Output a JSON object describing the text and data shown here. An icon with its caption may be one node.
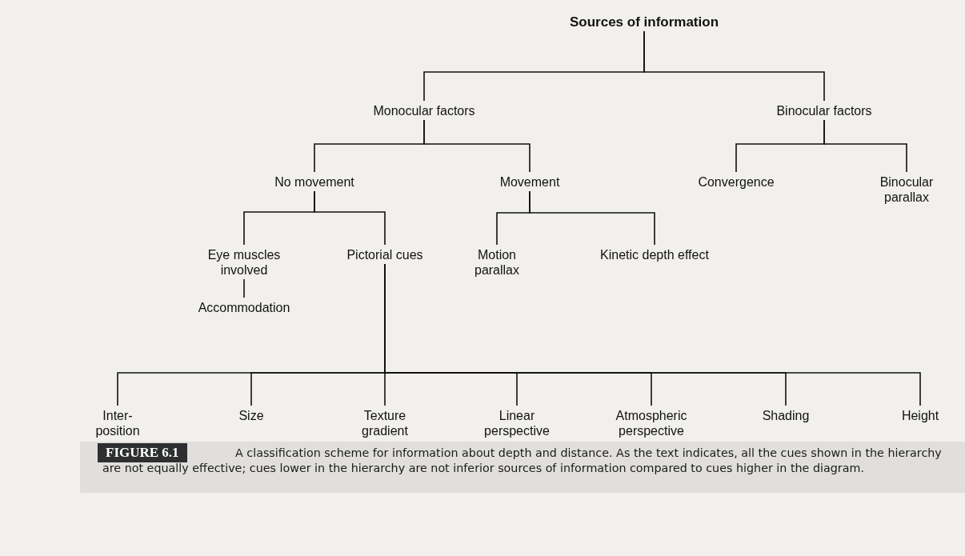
{
  "diagram": {
    "caption": "A classification scheme for information about depth and distance. As the text indicates, all the cues shown in the hierarchy are not equally effective; cues lower in the hierarchy are not inferior sources of information compared to cues higher in the diagram.",
    "nodes": [
      {
        "text": [
          "Sources of information"
        ]
      },
      {
        "text": [
          "Monocular factors"
        ]
      },
      {
        "text": [
          "Binocular factors"
        ]
      },
      {
        "text": [
          "No movement"
        ]
      },
      {
        "text": [
          "Movement"
        ]
      },
      {
        "text": [
          "Convergence"
        ]
      },
      {
        "text": [
          "Binocular parallax"
        ]
      },
      {
        "text": [
          "Eye muscles involved"
        ]
      },
      {
        "text": [
          "Pictorial cues"
        ]
      },
      {
        "text": [
          "Motion parallax"
        ]
      },
      {
        "text": [
          "Kinetic depth effect"
        ]
      },
      {
        "text": [
          "Accommodation"
        ]
      },
      {
        "text": [
          "Inter- position"
        ]
      },
      {
        "text": [
          "Size"
        ]
      },
      {
        "text": [
          "Texture gradient"
        ]
      },
      {
        "text": [
          "Linear perspective"
        ]
      },
      {
        "text": [
          "Atmospheric perspective"
        ]
      },
      {
        "text": [
          "Shading"
        ]
      },
      {
        "text": [
          "Height"
        ]
      }
    ],
    "edges": [
      {
        "from": 0,
        "to": 1,
        "arrow": "none"
      },
      {
        "from": 0,
        "to": 2,
        "arrow": "none"
      },
      {
        "from": 1,
        "to": 3,
        "arrow": "none"
      },
      {
        "from": 1,
        "to": 4,
        "arrow": "none"
      },
      {
        "from": 2,
        "to": 5,
        "arrow": "none"
      },
      {
        "from": 2,
        "to": 6,
        "arrow": "none"
      },
      {
        "from": 3,
        "to": 7,
        "arrow": "none"
      },
      {
        "from": 3,
        "to": 8,
        "arrow": "none"
      },
      {
        "from": 4,
        "to": 9,
        "arrow": "none"
      },
      {
        "from": 4,
        "to": 10,
        "arrow": "none"
      },
      {
        "from": 7,
        "to": 11,
        "arrow": "none"
      },
      {
        "from": 8,
        "to": 12,
        "arrow": "none"
      },
      {
        "from": 8,
        "to": 13,
        "arrow": "none"
      },
      {
        "from": 8,
        "to": 14,
        "arrow": "none"
      },
      {
        "from": 8,
        "to": 15,
        "arrow": "none"
      },
      {
        "from": 8,
        "to": 16,
        "arrow": "none"
      },
      {
        "from": 8,
        "to": 17,
        "arrow": "none"
      },
      {
        "from": 8,
        "to": 18,
        "arrow": "none"
      }
    ],
    "labels": [
      "FIGURE 6.1"
    ]
  }
}
